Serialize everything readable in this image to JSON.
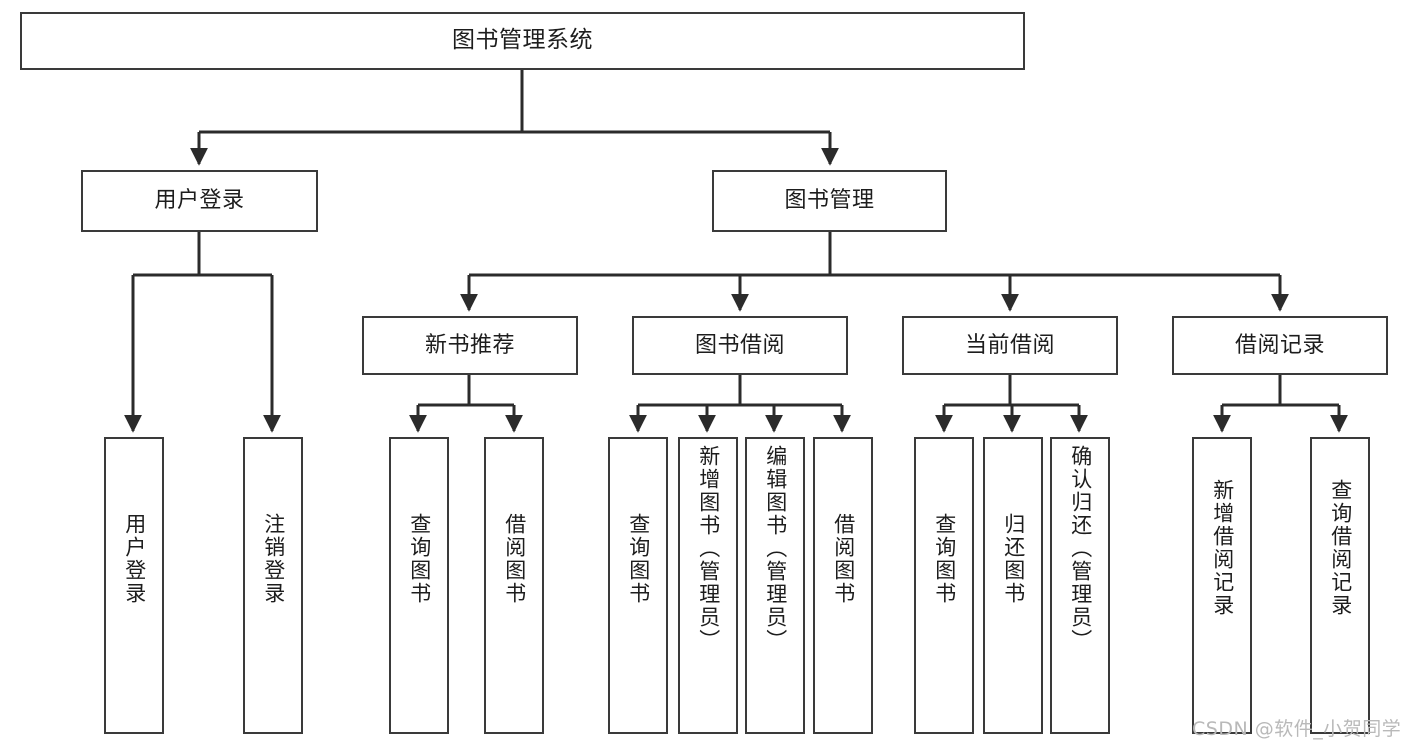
{
  "diagram": {
    "type": "tree-hierarchy-chart",
    "title": "图书管理系统",
    "watermark": "CSDN @软件_小贺同学",
    "colors": {
      "box_border": "#3a3a3a",
      "box_fill": "#ffffff",
      "edge": "#2b2b2b",
      "text": "#1d1d1d",
      "watermark": "#b9b9b9",
      "background": "#ffffff"
    }
  },
  "nodes": {
    "root": {
      "label": "图书管理系统",
      "orientation": "horizontal"
    },
    "level2": [
      {
        "id": "user-login",
        "label": "用户登录",
        "orientation": "horizontal"
      },
      {
        "id": "book-management",
        "label": "图书管理",
        "orientation": "horizontal"
      }
    ],
    "level3": [
      {
        "id": "new-book-recommend",
        "label": "新书推荐",
        "orientation": "horizontal"
      },
      {
        "id": "book-borrow",
        "label": "图书借阅",
        "orientation": "horizontal"
      },
      {
        "id": "current-borrow",
        "label": "当前借阅",
        "orientation": "horizontal"
      },
      {
        "id": "borrow-record",
        "label": "借阅记录",
        "orientation": "horizontal"
      }
    ],
    "leaves": {
      "user_login": [
        {
          "id": "leaf-user-login",
          "label": "用户登录",
          "orientation": "vertical"
        },
        {
          "id": "leaf-logout-login",
          "label": "注销登录",
          "orientation": "vertical"
        }
      ],
      "new_book_recommend": [
        {
          "id": "leaf-query-book-1",
          "label": "查询图书",
          "orientation": "vertical"
        },
        {
          "id": "leaf-borrow-book-1",
          "label": "借阅图书",
          "orientation": "vertical"
        }
      ],
      "book_borrow": [
        {
          "id": "leaf-query-book-2",
          "label": "查询图书",
          "orientation": "vertical"
        },
        {
          "id": "leaf-add-book-admin",
          "label": "新增图书（管理员）",
          "orientation": "vertical"
        },
        {
          "id": "leaf-edit-book-admin",
          "label": "编辑图书（管理员）",
          "orientation": "vertical"
        },
        {
          "id": "leaf-borrow-book-2",
          "label": "借阅图书",
          "orientation": "vertical"
        }
      ],
      "current_borrow": [
        {
          "id": "leaf-query-book-3",
          "label": "查询图书",
          "orientation": "vertical"
        },
        {
          "id": "leaf-return-book",
          "label": "归还图书",
          "orientation": "vertical"
        },
        {
          "id": "leaf-confirm-return-admin",
          "label": "确认归还（管理员）",
          "orientation": "vertical"
        }
      ],
      "borrow_record": [
        {
          "id": "leaf-add-borrow-record",
          "label": "新增借阅记录",
          "orientation": "vertical"
        },
        {
          "id": "leaf-query-borrow-record",
          "label": "查询借阅记录",
          "orientation": "vertical"
        }
      ]
    }
  }
}
